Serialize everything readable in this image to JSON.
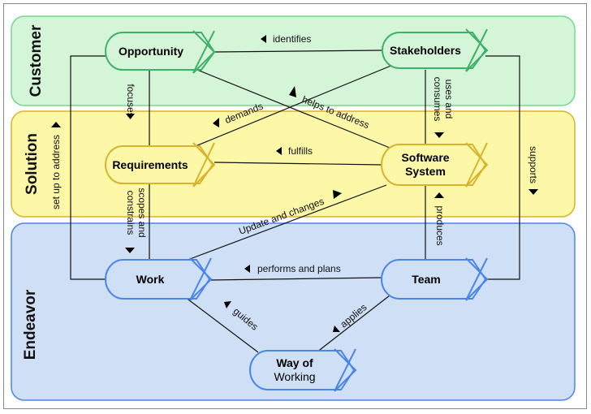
{
  "lanes": {
    "customer": {
      "label": "Customer",
      "fill": "#d5f5d9",
      "stroke": "#73d98a"
    },
    "solution": {
      "label": "Solution",
      "fill": "#fdf7a8",
      "stroke": "#d9b32b"
    },
    "endeavor": {
      "label": "Endeavor",
      "fill": "#cfdff5",
      "stroke": "#4a86e8"
    }
  },
  "nodes": {
    "opportunity": {
      "label": "Opportunity"
    },
    "stakeholders": {
      "label": "Stakeholders"
    },
    "requirements": {
      "label": "Requirements"
    },
    "software_system": {
      "line1": "Software",
      "line2": "System"
    },
    "work": {
      "label": "Work"
    },
    "team": {
      "label": "Team"
    },
    "way_of_working": {
      "line1": "Way of",
      "line2": "Working"
    }
  },
  "relations": {
    "identifies": "identifies",
    "focuses": "focuses",
    "demands": "demands",
    "helps_to_address": "helps to address",
    "uses": "uses and",
    "consumes": "consumes",
    "fulfills": "fulfills",
    "set_up_to_address": "set up to address",
    "supports": "supports",
    "scopes": "scopes and",
    "constrains": "constrains",
    "update_and_changes": "Update and changes",
    "produces": "produces",
    "performs_and_plans": "performs and plans",
    "guides": "guides",
    "applies": "applies"
  }
}
